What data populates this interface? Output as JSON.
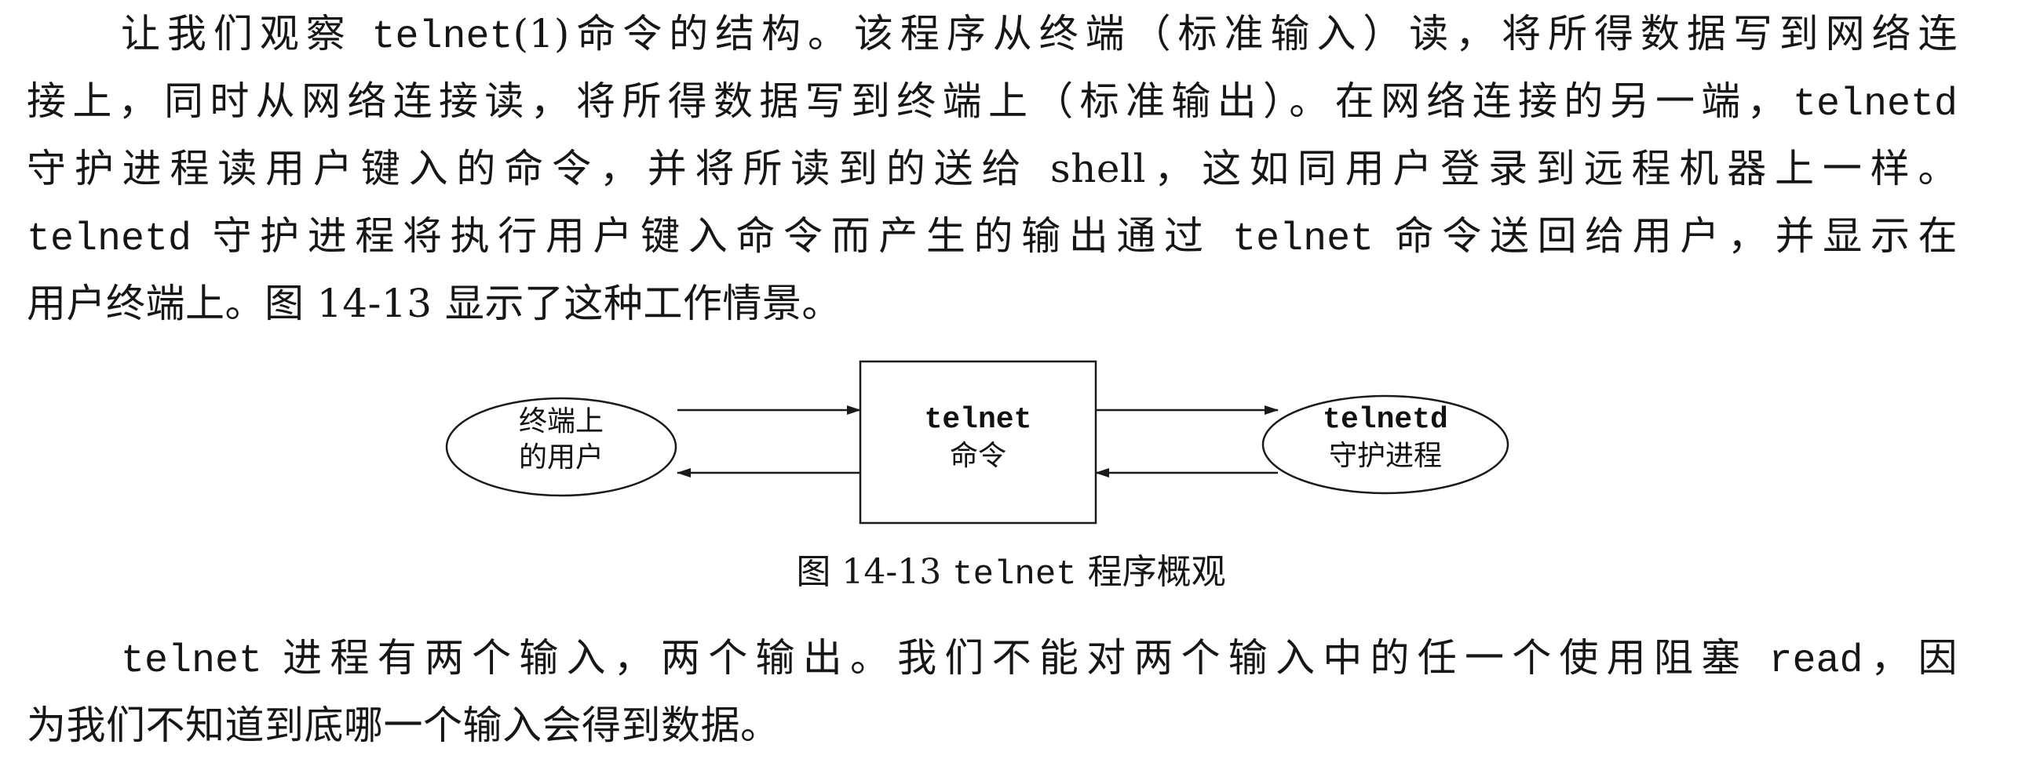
{
  "paragraph1": {
    "line1": {
      "a": "让我们观察 ",
      "code": "telnet",
      "b": "(1)命令的结构。该程序从终端（标准输入）读，将所得数据写到网络连"
    },
    "line2": {
      "a": "接上，同时从网络连接读，将所得数据写到终端上（标准输出）。在网络连接的另一端，",
      "code": "telnetd"
    },
    "line3": {
      "text": "守护进程读用户键入的命令，并将所读到的送给 shell，这如同用户登录到远程机器上一样。"
    },
    "line4": {
      "code1": "telnetd",
      "a": " 守护进程将执行用户键入命令而产生的输出通过 ",
      "code2": "telnet",
      "b": " 命令送回给用户，并显示在"
    },
    "line5": {
      "text": "用户终端上。图 14-13 显示了这种工作情景。"
    }
  },
  "figure": {
    "left_node": {
      "line1": "终端上",
      "line2": "的用户"
    },
    "center_node": {
      "line1": "telnet",
      "line2": "命令"
    },
    "right_node": {
      "line1": "telnetd",
      "line2": "守护进程"
    },
    "caption": {
      "number": "图 14-13",
      "code": "telnet",
      "text": "程序概观"
    }
  },
  "paragraph2": {
    "line1": {
      "code1": "telnet",
      "a": " 进程有两个输入，两个输出。我们不能对两个输入中的任一个使用阻塞 ",
      "code2": "read",
      "b": "，因"
    },
    "line2": {
      "text": "为我们不知道到底哪一个输入会得到数据。"
    }
  }
}
